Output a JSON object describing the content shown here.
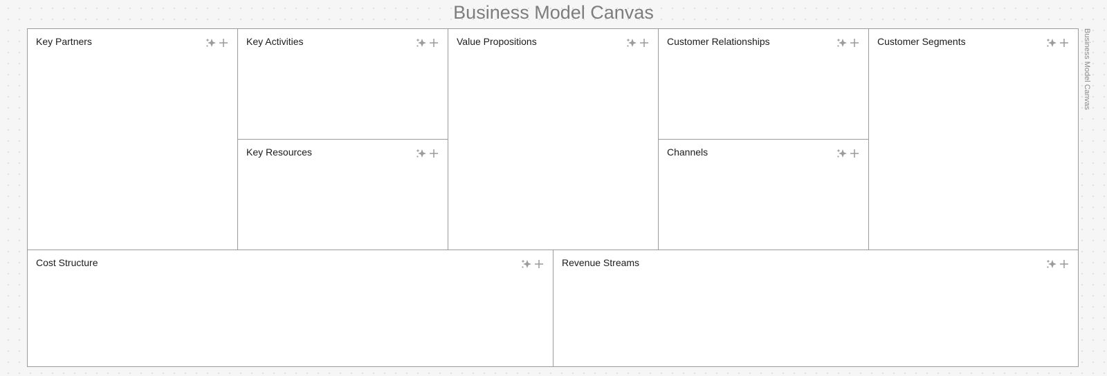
{
  "canvas": {
    "title": "Business Model Canvas",
    "side_label": "Business Model Canvas"
  },
  "blocks": {
    "key_partners": {
      "label": "Key Partners"
    },
    "key_activities": {
      "label": "Key Activities"
    },
    "key_resources": {
      "label": "Key Resources"
    },
    "value_propositions": {
      "label": "Value Propositions"
    },
    "customer_relationships": {
      "label": "Customer Relationships"
    },
    "channels": {
      "label": "Channels"
    },
    "customer_segments": {
      "label": "Customer Segments"
    },
    "cost_structure": {
      "label": "Cost Structure"
    },
    "revenue_streams": {
      "label": "Revenue Streams"
    }
  },
  "actions": {
    "ai": {
      "icon": "sparkle-icon"
    },
    "add": {
      "icon": "plus-icon"
    }
  },
  "colors": {
    "border": "#9b9b9b",
    "icon": "#9a9a9a",
    "label_text": "#1a1a1a",
    "title_text": "#7d7d7d",
    "background": "#f7f6f6"
  }
}
